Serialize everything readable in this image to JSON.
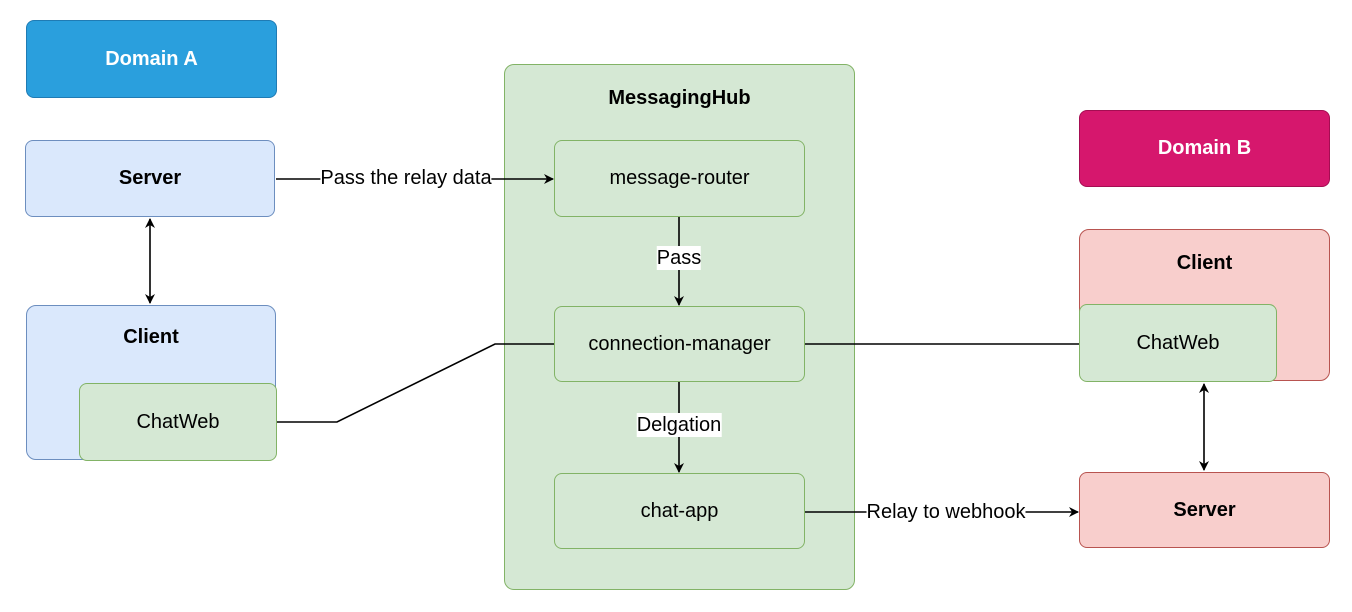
{
  "domain_a": {
    "label": "Domain A"
  },
  "domain_b": {
    "label": "Domain B"
  },
  "left": {
    "server": {
      "label": "Server"
    },
    "client": {
      "title": "Client",
      "chatweb": "ChatWeb"
    }
  },
  "hub": {
    "title": "MessagingHub",
    "message_router": "message-router",
    "connection_manager": "connection-manager",
    "chat_app": "chat-app"
  },
  "right": {
    "client": {
      "title": "Client",
      "chatweb": "ChatWeb"
    },
    "server": {
      "label": "Server"
    }
  },
  "edges": {
    "pass_relay": "Pass the relay data",
    "pass": "Pass",
    "delegation": "Delgation",
    "relay_webhook": "Relay to webhook"
  },
  "colors": {
    "domain_a": "#2a9fdd",
    "domain_b": "#d6176d",
    "green_fill": "#d5e8d4",
    "blue_fill": "#dae8fc",
    "red_fill": "#f8cecc"
  }
}
